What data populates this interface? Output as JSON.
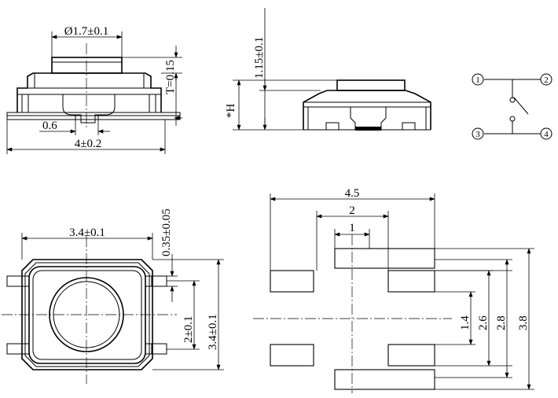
{
  "dims": {
    "top_diameter": "Ø1.7±0.1",
    "travel": "T=0.15",
    "lead_offset": "0.6",
    "overall_width": "4±0.2",
    "total_height": "1.15±0.1",
    "height_h": "*H",
    "body_width": "3.4±0.1",
    "lead_thickness": "0.35±0.05",
    "lead_pitch": "2±0.1",
    "body_height": "3.4±0.1"
  },
  "footprint": {
    "w1": "4.5",
    "w2": "2",
    "w3": "1",
    "h1": "1.4",
    "h2": "2.6",
    "h3": "2.8",
    "h4": "3.8"
  },
  "schematic": {
    "p1": "1",
    "p2": "2",
    "p3": "3",
    "p4": "4"
  }
}
